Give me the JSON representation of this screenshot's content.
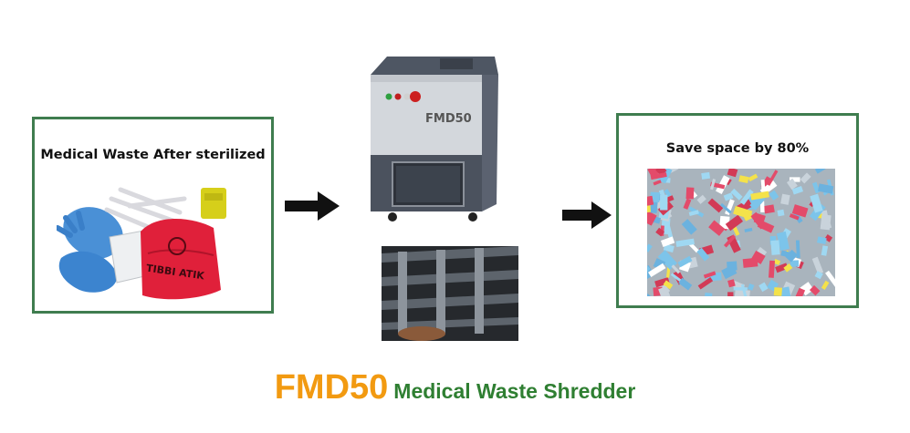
{
  "left_panel": {
    "title": "Medical Waste After sterilized",
    "image_text": "TIBBI ATIK"
  },
  "machine": {
    "model_label": "FMD50"
  },
  "right_panel": {
    "title": "Save space by 80%"
  },
  "caption": {
    "model": "FMD50",
    "description": "Medical Waste Shredder"
  },
  "colors": {
    "frame_green": "#3f7d4f",
    "caption_orange": "#f29a11",
    "caption_green": "#2f7f32"
  },
  "icons": [
    "arrow-right-icon",
    "arrow-right-icon"
  ]
}
